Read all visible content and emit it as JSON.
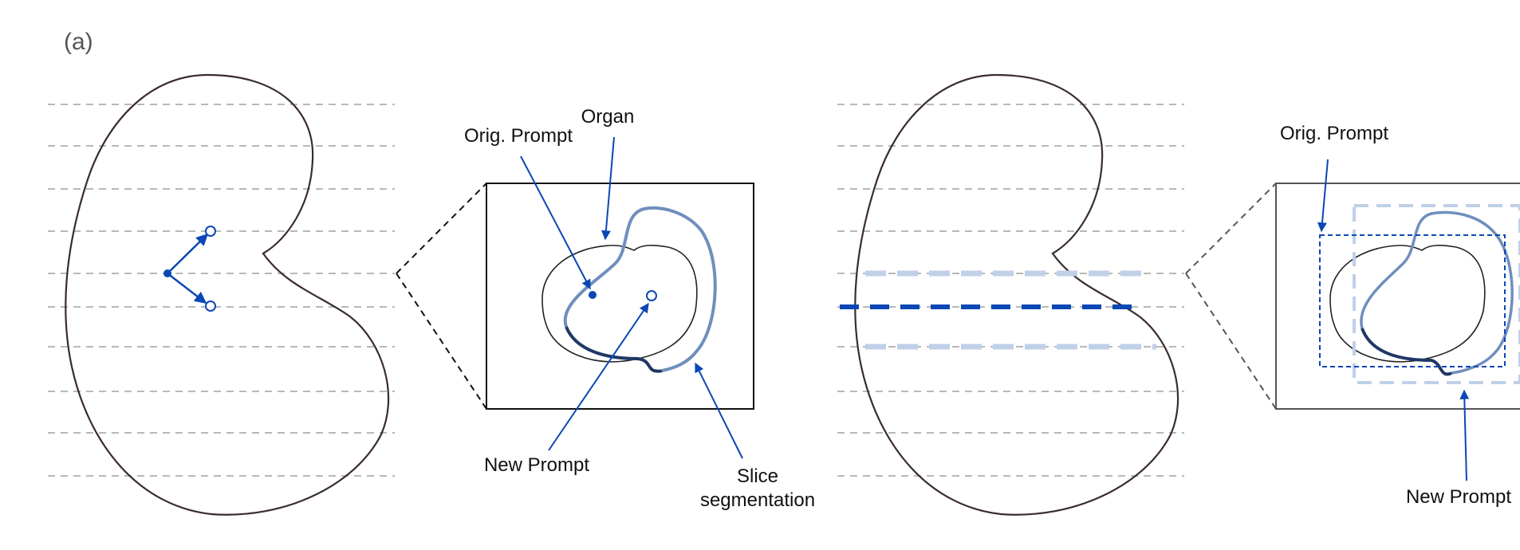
{
  "panel_label": "(a)",
  "labels": {
    "organ": "Organ",
    "orig_prompt_left": "Orig. Prompt",
    "new_prompt_left": "New Prompt",
    "slice_seg_line1": "Slice",
    "slice_seg_line2": "segmentation",
    "orig_prompt_right": "Orig. Prompt",
    "new_prompt_right": "New Prompt"
  },
  "colors": {
    "prompt_blue": "#0b47b5",
    "light_blue": "#bfd0e8",
    "seg_blue": "#6f8fbd",
    "seg_dark": "#1f3865",
    "outline": "#3b2c2c",
    "slice_lines": "#b8b8b8"
  },
  "icons": {
    "prompt_point": "filled-circle",
    "new_prompt_point": "hollow-circle",
    "arrow": "arrowhead"
  }
}
